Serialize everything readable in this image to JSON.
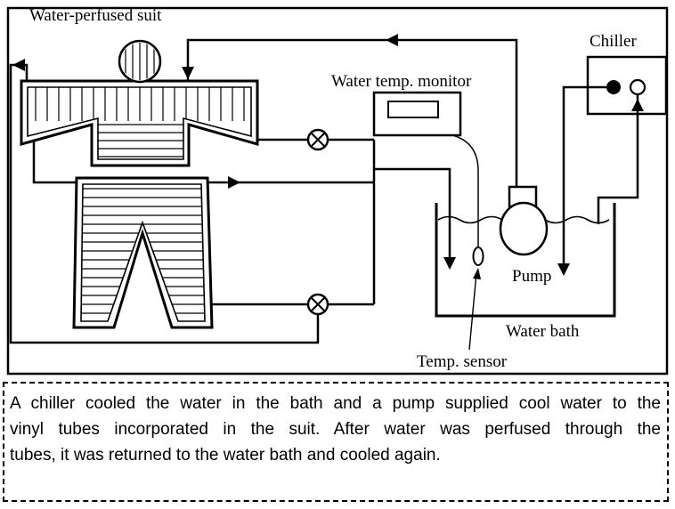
{
  "diagram": {
    "labels": {
      "suit": "Water-perfused suit",
      "monitor": "Water temp. monitor",
      "chiller": "Chiller",
      "pump": "Pump",
      "water_bath": "Water bath",
      "temp_sensor": "Temp. sensor"
    }
  },
  "caption": {
    "lines": [
      "A chiller cooled the water in the bath and a pump supplied cool water to the",
      "vinyl tubes incorporated in the suit. After water was perfused through the",
      "tubes, it was returned to the water bath and cooled again."
    ]
  },
  "colors": {
    "ink": "#000000",
    "paper": "#ffffff"
  }
}
